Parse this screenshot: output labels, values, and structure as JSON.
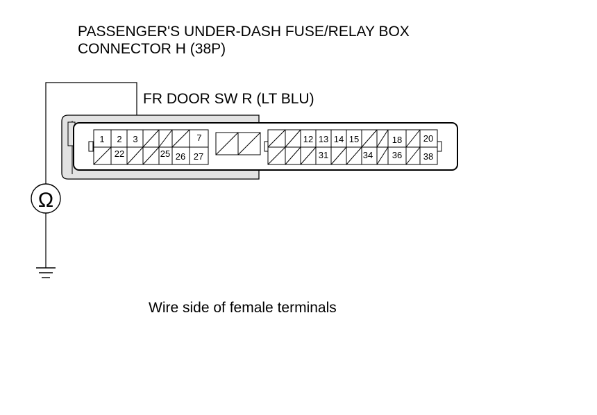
{
  "labels": {
    "title_line1": "PASSENGER'S UNDER-DASH FUSE/RELAY BOX",
    "title_line2": "CONNECTOR H (38P)",
    "wire_label": "FR DOOR SW R (LT BLU)",
    "caption": "Wire side of female terminals"
  },
  "meter": {
    "symbol": "Ω",
    "icon": "ohmmeter-icon"
  },
  "ground": {
    "icon": "ground-icon"
  },
  "connector": {
    "name": "CONNECTOR H (38P)",
    "pins_row1": [
      "1",
      "2",
      "3",
      "",
      "",
      "",
      "7",
      "",
      "",
      "",
      "",
      "",
      "12",
      "13",
      "14",
      "15",
      "",
      "",
      "18",
      "",
      "20"
    ],
    "pins_row2": [
      "",
      "22",
      "",
      "",
      "25",
      "26",
      "27",
      "",
      "",
      "",
      "",
      "",
      "31",
      "",
      "",
      "34",
      "",
      "36",
      "",
      "38"
    ]
  }
}
